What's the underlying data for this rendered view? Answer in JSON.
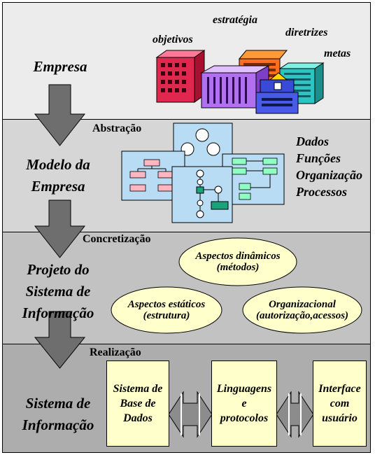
{
  "levels": {
    "empresa": "Empresa",
    "modelo": [
      "Modelo da",
      "Empresa"
    ],
    "projeto": [
      "Projeto do",
      "Sistema de",
      "Informação"
    ],
    "sistema": [
      "Sistema de",
      "Informação"
    ]
  },
  "transitions": {
    "abstracao": "Abstração",
    "concretizacao": "Concretização",
    "realizacao": "Realização"
  },
  "enterprise_labels": {
    "objetivos": "objetivos",
    "estrategia": "estratégia",
    "diretrizes": "diretrizes",
    "metas": "metas"
  },
  "model_aspects": [
    "Dados",
    "Funções",
    "Organização",
    "Processos"
  ],
  "design_aspects": [
    {
      "lines": [
        "Aspectos dinâmicos",
        "(métodos)"
      ]
    },
    {
      "lines": [
        "Aspectos estáticos",
        "(estrutura)"
      ]
    },
    {
      "lines": [
        "Organizacional",
        "(autorização,acessos)"
      ]
    }
  ],
  "components": [
    {
      "lines": [
        "Sistema de",
        "Base de",
        "Dados"
      ]
    },
    {
      "lines": [
        "Linguagens",
        "e",
        "protocolos"
      ]
    },
    {
      "lines": [
        "Interface",
        "com",
        "usuário"
      ]
    }
  ],
  "colors": {
    "band1": "#ececec",
    "band2": "#d6d6d6",
    "band3": "#c2c2c2",
    "band4": "#adadad",
    "arrow": "#6e6e6e",
    "ellipse": "#ffffcc",
    "box": "#ffffcc",
    "window": "#b8dcf4"
  }
}
